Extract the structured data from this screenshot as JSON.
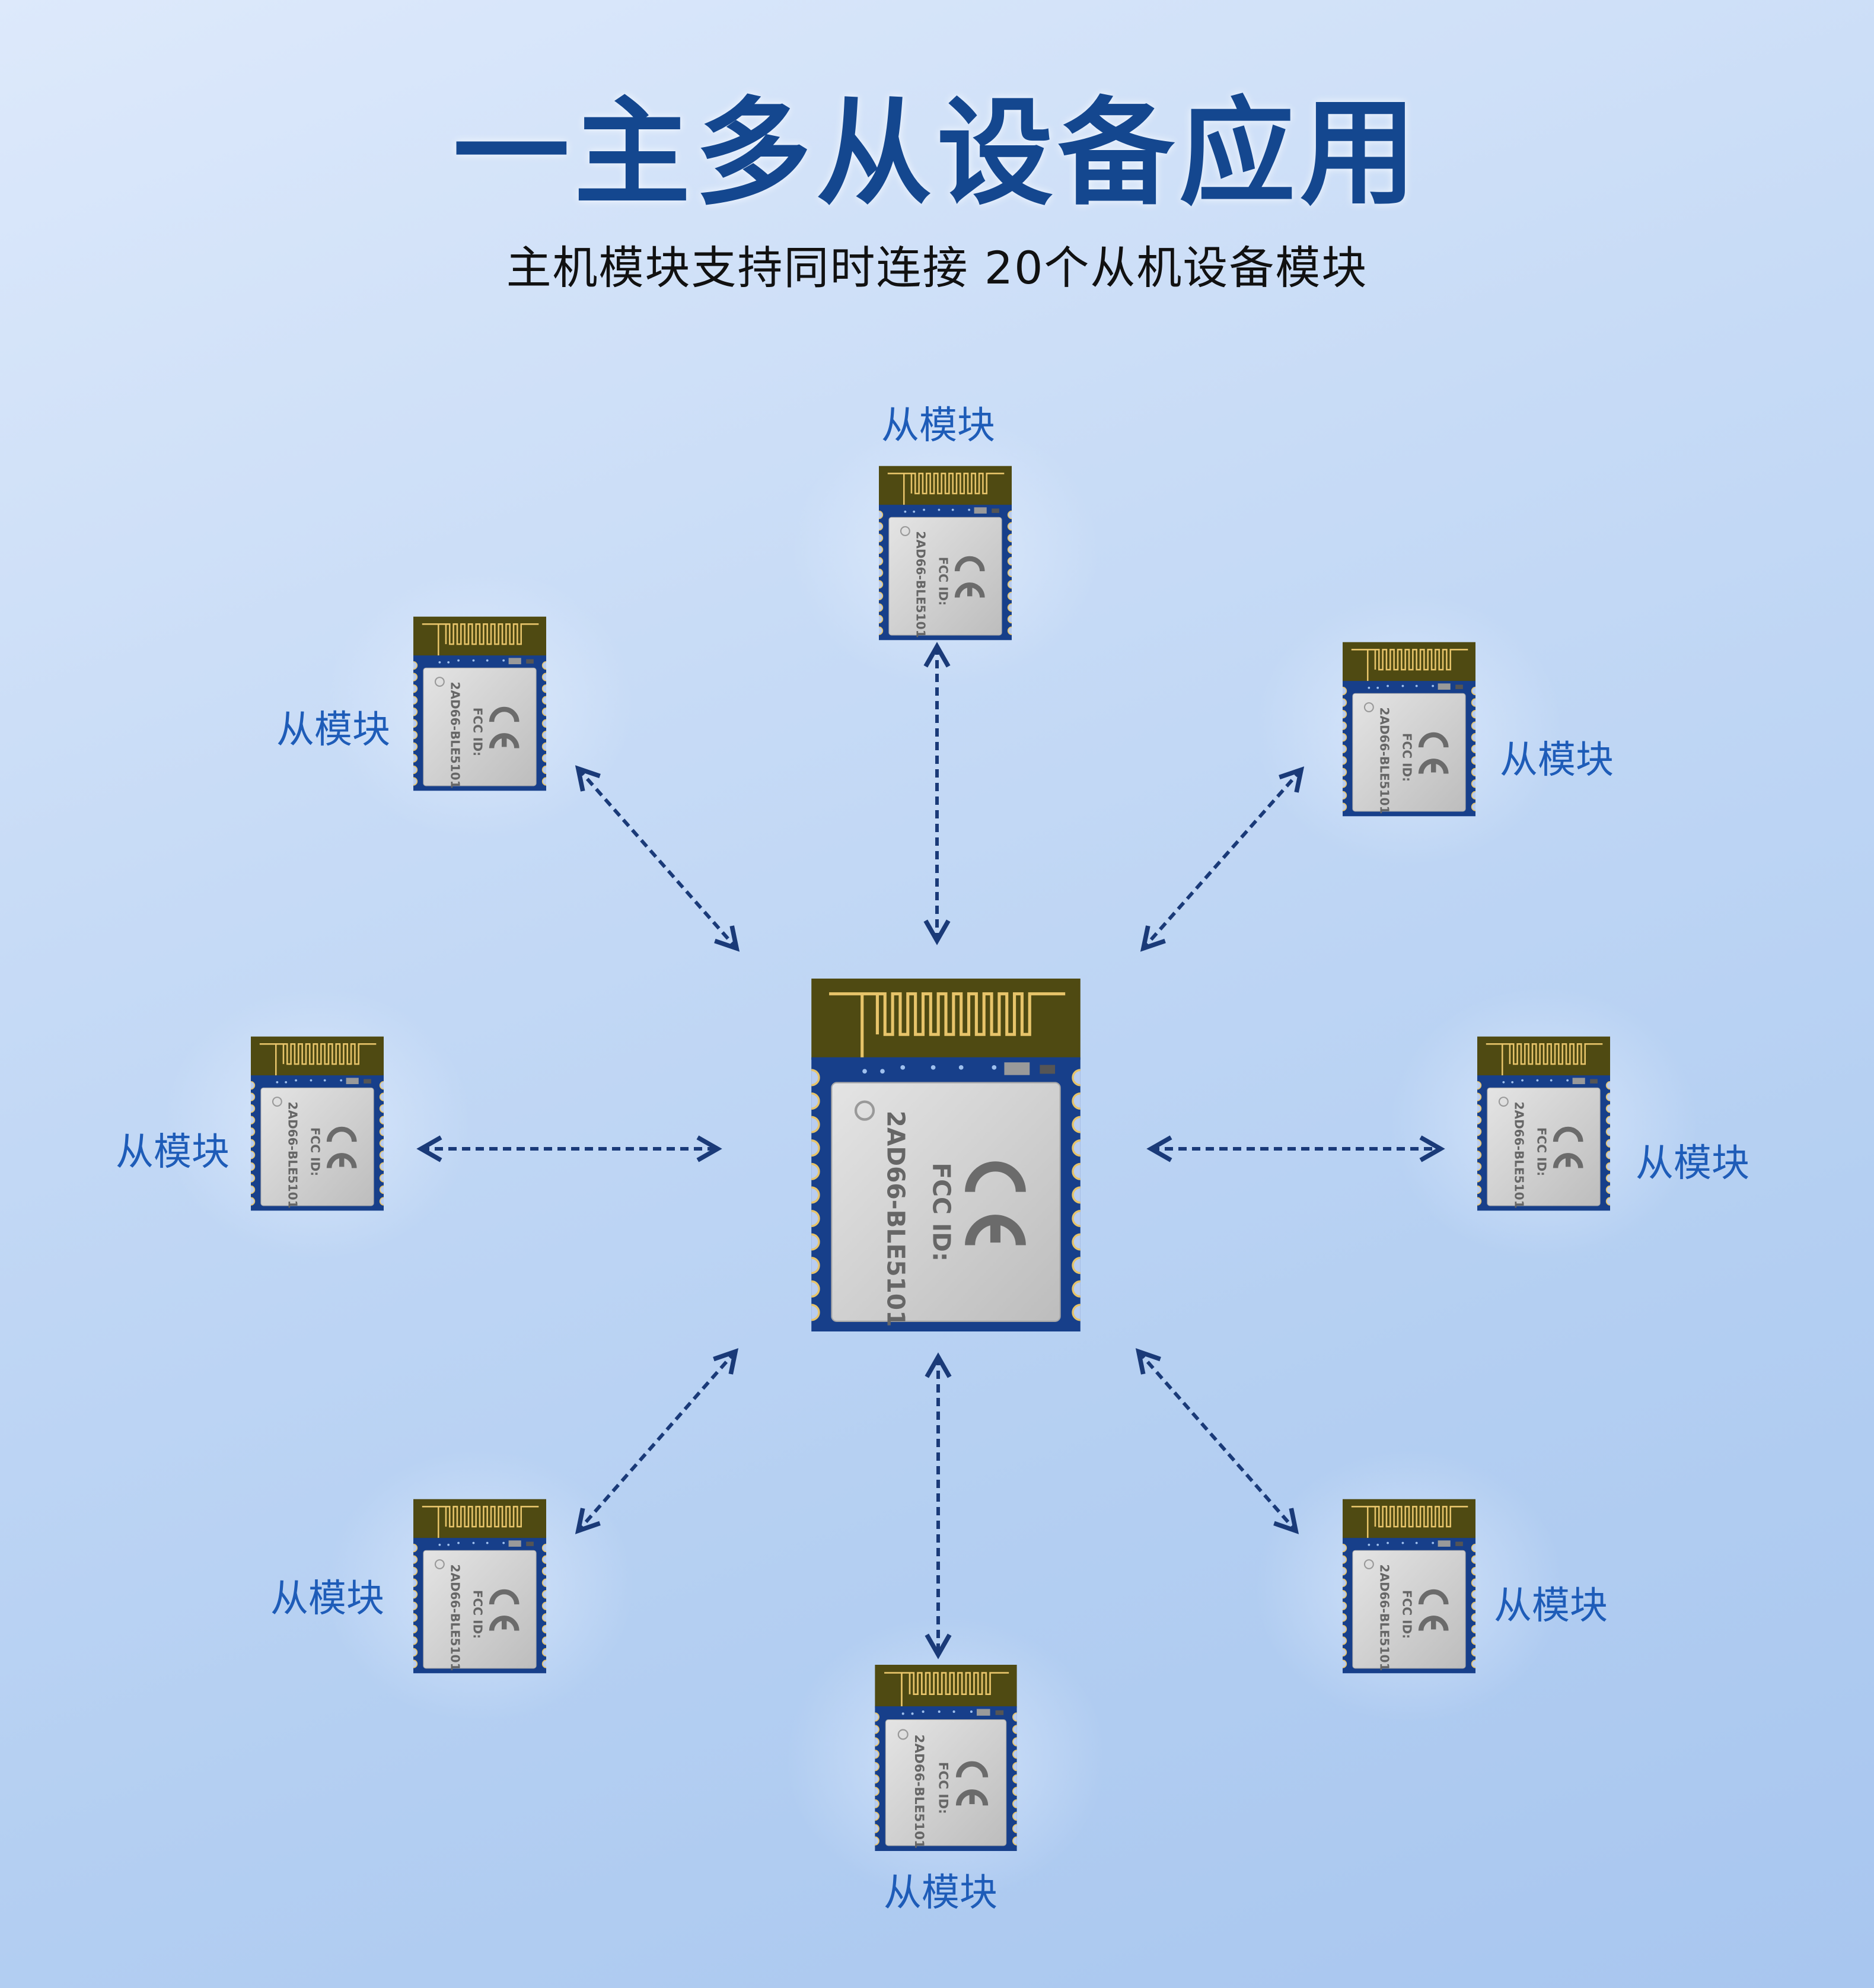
{
  "title": "一主多从设备应用",
  "subtitle": "主机模块支持同时连接 20个从机设备模块",
  "module_marking": {
    "fcc_label": "FCC ID:",
    "fcc_id": "2AD66-BLE5101",
    "cert_mark": "CE"
  },
  "slaves": [
    {
      "position": "top",
      "label": "从模块"
    },
    {
      "position": "upper-left",
      "label": "从模块"
    },
    {
      "position": "upper-right",
      "label": "从模块"
    },
    {
      "position": "left",
      "label": "从模块"
    },
    {
      "position": "right",
      "label": "从模块"
    },
    {
      "position": "lower-left",
      "label": "从模块"
    },
    {
      "position": "lower-right",
      "label": "从模块"
    },
    {
      "position": "bottom",
      "label": "从模块"
    }
  ],
  "colors": {
    "title": "#14478f",
    "label": "#1e5cb8",
    "arrow": "#1a3a78",
    "pcb": "#173f8a",
    "antenna_board": "#4f4a12",
    "gold": "#e7c46a"
  }
}
